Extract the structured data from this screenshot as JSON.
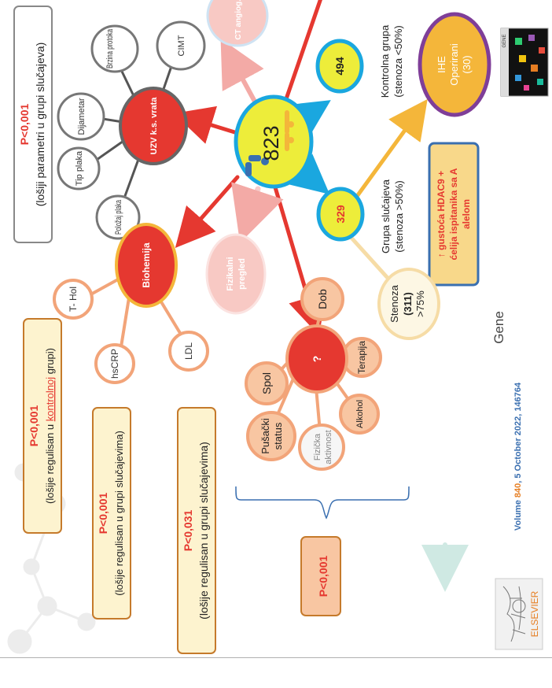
{
  "central": {
    "number": "823"
  },
  "top_box": {
    "p_value": "P<0,001",
    "text": "(lošiji parametri u grupi slučajeva)"
  },
  "uzv": {
    "label": "UZV k.s. vrata",
    "items": [
      "Brzina protoka",
      "CIMT",
      "Dijametar",
      "Tip plaka",
      "Položaj plaka"
    ]
  },
  "ct_label": "CT angiog...",
  "control": {
    "count": "494",
    "label": "Kontrolna grupa (stenoza <50%)"
  },
  "cases": {
    "count": "329",
    "label": "Grupa slučajeva (stenoza >50%)"
  },
  "ihe": {
    "label": "IHE Operirani (30)"
  },
  "hdac": {
    "text": "↑ gustoća HDAC9 + ćelija ispitanika sa A alelom"
  },
  "stenosis": {
    "line1": "Stenoza",
    "count": "(311)",
    "line3": ">75%"
  },
  "fizikalni": "Fizikalni pregled",
  "biochem": {
    "label": "Biohemija",
    "items": [
      "T- Hol",
      "hsCRP",
      "LDL"
    ]
  },
  "question": {
    "label": "?",
    "items": [
      "Dob",
      "Spol",
      "Terapija",
      "Pušački status",
      "Fizička aktivnost",
      "Alkohol"
    ]
  },
  "p_boxes": [
    {
      "p": "P<0,001",
      "text_pre": "(lošije regulisan u ",
      "text_red": "kontrolnoj",
      "text_post": " grupi)"
    },
    {
      "p": "P<0,001",
      "text": "(lošije regulisan u grupi slučajevima)"
    },
    {
      "p": "P<0,031",
      "text": "(lošije regulisan u grupi slučajevima)"
    }
  ],
  "bottom_p": "P<0,001",
  "journal": {
    "name": "Gene",
    "volume_prefix": "Volume ",
    "volume_number": "840",
    "volume_rest": ", 5 October 2022, 146764"
  },
  "elsevier": "ELSEVIER",
  "cover_label": "GENE",
  "colors": {
    "red": "#e53830",
    "yellow": "#eded3a",
    "blue": "#1aa7df",
    "orange": "#f4b63a",
    "purple": "#7f3e98",
    "peach": "#f8c6a2",
    "salmon": "#f2a479"
  }
}
